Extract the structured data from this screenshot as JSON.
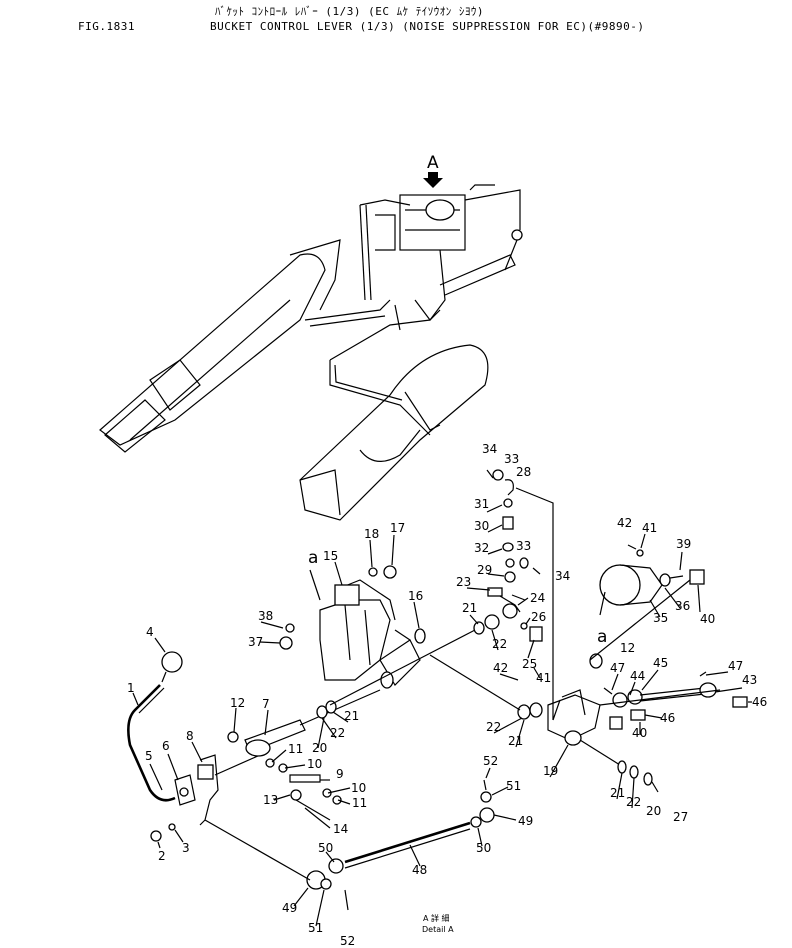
{
  "header": {
    "title_jp": "ﾊﾞｹｯﾄ ｺﾝﾄﾛｰﾙ ﾚﾊﾞｰ (1/3) (EC ﾑｹ ﾃｲｿｳｵﾝ ｼﾖｳ)",
    "fig_no": "FIG.1831",
    "title_en": "BUCKET CONTROL LEVER (1/3) (NOISE SUPPRESSION FOR EC)(#9890-)"
  },
  "view_arrow_label": "A",
  "detail_caption": {
    "line1": "A 詳 細",
    "line2": "Detail A"
  },
  "callouts": {
    "n1": "1",
    "n2": "2",
    "n3": "3",
    "n4": "4",
    "n5": "5",
    "n6": "6",
    "n7": "7",
    "n8": "8",
    "n9": "9",
    "n10a": "10",
    "n10b": "10",
    "n11a": "11",
    "n11b": "11",
    "n12a": "12",
    "n12b": "12",
    "n13": "13",
    "n14": "14",
    "n15": "15",
    "n16": "16",
    "n17": "17",
    "n18": "18",
    "n19": "19",
    "n20a": "20",
    "n20b": "20",
    "n21a": "21",
    "n21b": "21",
    "n21c": "21",
    "n21d": "21",
    "n22a": "22",
    "n22b": "22",
    "n22c": "22",
    "n22d": "22",
    "n23": "23",
    "n24": "24",
    "n25": "25",
    "n26": "26",
    "n27": "27",
    "n28": "28",
    "n29": "29",
    "n30": "30",
    "n31": "31",
    "n32": "32",
    "n33a": "33",
    "n33b": "33",
    "n34a": "34",
    "n34b": "34",
    "n35": "35",
    "n36": "36",
    "n37": "37",
    "n38": "38",
    "n39": "39",
    "n40a": "40",
    "n40b": "40",
    "n41a": "41",
    "n41b": "41",
    "n42a": "42",
    "n42b": "42",
    "n43": "43",
    "n44": "44",
    "n45": "45",
    "n46a": "46",
    "n46b": "46",
    "n47a": "47",
    "n47b": "47",
    "n48": "48",
    "n49a": "49",
    "n49b": "49",
    "n50a": "50",
    "n50b": "50",
    "n51a": "51",
    "n51b": "51",
    "n52a": "52",
    "n52b": "52",
    "refA1": "a",
    "refA2": "a"
  }
}
